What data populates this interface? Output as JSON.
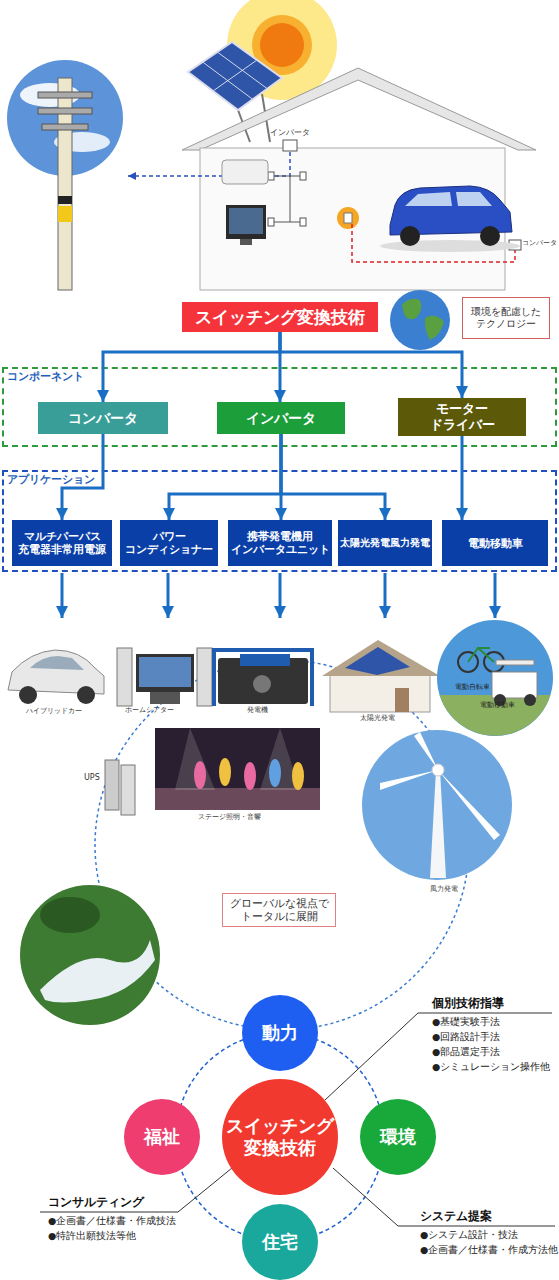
{
  "diagram": {
    "nodes": [
      {
        "text": [
          "スイッチング変換技術"
        ]
      },
      {
        "text": [
          "環境を配慮した テクノロジー"
        ]
      },
      {
        "text": [
          "コンポーネント"
        ]
      },
      {
        "text": [
          "コンバータ"
        ],
        "in": 2
      },
      {
        "text": [
          "インバータ"
        ],
        "in": 2
      },
      {
        "text": [
          "モーター ドライバー"
        ],
        "in": 2
      },
      {
        "text": [
          "アプリケーション"
        ]
      },
      {
        "text": [
          "マルチパーパス 充電器非常用電源"
        ],
        "in": 6
      },
      {
        "text": [
          "パワー コンディショナー"
        ],
        "in": 6
      },
      {
        "text": [
          "携帯発電機用 インバータユニット"
        ],
        "in": 6
      },
      {
        "text": [
          "太陽光発電風力発電"
        ],
        "in": 6
      },
      {
        "text": [
          "電動移動車"
        ],
        "in": 6
      },
      {
        "text": [
          "グローバルな視点で トータルに展開"
        ]
      },
      {
        "text": [
          "動力"
        ]
      },
      {
        "text": [
          "福祉"
        ]
      },
      {
        "text": [
          "スイッチング 変換技術"
        ]
      },
      {
        "text": [
          "環境"
        ]
      },
      {
        "text": [
          "住宅"
        ]
      }
    ],
    "edges": [
      {
        "from": 0,
        "to": 3,
        "arrow": "to"
      },
      {
        "from": 0,
        "to": 4,
        "arrow": "to"
      },
      {
        "from": 0,
        "to": 5,
        "arrow": "to"
      },
      {
        "from": 3,
        "to": 7,
        "arrow": "to"
      },
      {
        "from": 4,
        "to": 8,
        "arrow": "to"
      },
      {
        "from": 4,
        "to": 9,
        "arrow": "to"
      },
      {
        "from": 4,
        "to": 10,
        "arrow": "to"
      },
      {
        "from": 5,
        "to": 11,
        "arrow": "to"
      }
    ],
    "labels": [
      "インバータ",
      "コンバータ",
      "ハイブリッドカー",
      "ホームシアター",
      "発電機",
      "太陽光発電",
      "電動自転車",
      "電動移動車",
      "UPS",
      "ステージ照明・音響",
      "風力発電",
      "個別技術指導",
      "●基礎実験手法",
      "●回路設計手法",
      "●部品選定手法",
      "●シミュレーション操作他",
      "コンサルティング",
      "●企画書／仕様書・作成技法",
      "●特許出願技法等他",
      "システム提案",
      "●システム設計・技法",
      "●企画書／仕様書・作成方法他"
    ]
  }
}
